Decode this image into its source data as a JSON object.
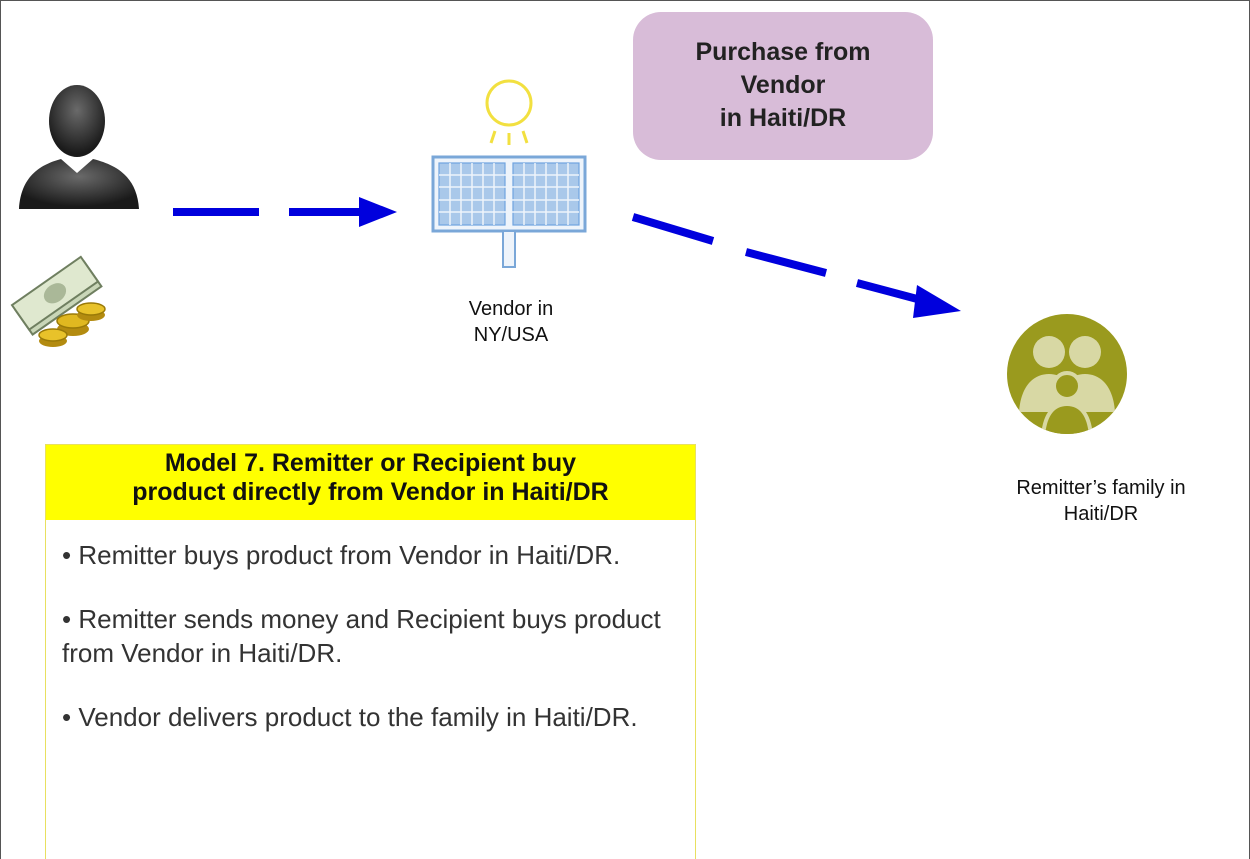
{
  "nodes": {
    "remitter_icon": "person-silhouette-icon",
    "money_icon": "money-stack-icon",
    "vendor_icon": "solar-panel-icon",
    "vendor_label": [
      "Vendor in",
      "NY/USA"
    ],
    "family_icon": "family-group-icon",
    "family_label": [
      "Remitter’s family in",
      "Haiti/DR"
    ]
  },
  "purchase_box": {
    "lines": [
      "Purchase from",
      "Vendor",
      "in Haiti/DR"
    ]
  },
  "model_box": {
    "title_lines": [
      "Model  7.  Remitter or Recipient buy",
      "product directly from Vendor in Haiti/DR"
    ],
    "bullets": [
      "• Remitter buys product from Vendor in Haiti/DR.",
      "• Remitter sends money and Recipient buys product from Vendor in Haiti/DR.",
      "• Vendor delivers product to the family in Haiti/DR."
    ]
  },
  "colors": {
    "arrow": "#0000dd",
    "purchase_fill": "#d8bcd8",
    "model_header": "#ffff00",
    "family_icon": "#9a9a1e",
    "panel": "#6fa3df"
  }
}
